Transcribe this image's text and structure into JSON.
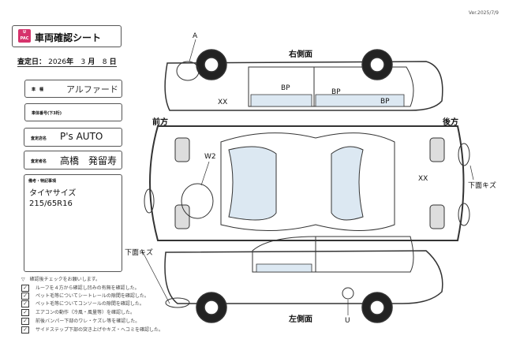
{
  "version": "Ver.2025/7/9",
  "logo": {
    "text": "U PAC",
    "color": "#d6336c"
  },
  "title": "車両確認シート",
  "date": {
    "label": "査定日：",
    "year": "2026",
    "year_unit": "年",
    "month": "3",
    "month_unit": "月",
    "day": "8",
    "day_unit": "日"
  },
  "fields": [
    {
      "label": "車　種",
      "value": "アルファード"
    },
    {
      "label": "車体番号(下3桁)",
      "value": ""
    },
    {
      "label": "査定店名",
      "value": "P's AUTO"
    },
    {
      "label": "査定者名",
      "value": "高橋　発留寿"
    }
  ],
  "remarks": {
    "label": "備考・特記事項",
    "lines": [
      "タイヤサイズ",
      "215/65R16"
    ]
  },
  "checklist": {
    "header": "確認後チェックをお願いします。",
    "items": [
      "ルーフを４方から確認し凹みの有無を確認した。",
      "ペット毛等についてシートレールの隙間を確認した。",
      "ペット毛等についてコンソールの隙間を確認した。",
      "エアコンの動作（冷風・風量等）を確認した。",
      "前後バンパー下部のワレ・ケズレ等を確認した。",
      "サイドステップ下部の突き上げやキズ・ヘコミを確認した。"
    ]
  },
  "diagram": {
    "right_side": "右側面",
    "left_side": "左側面",
    "front": "前方",
    "rear": "後方",
    "marks": {
      "a": "A",
      "bp1": "BP",
      "bp2": "BP",
      "bp3": "BP",
      "xx1": "XX",
      "w2": "W2",
      "xx2": "XX",
      "under1": "下面キズ",
      "under2": "下面キズ",
      "u": "U"
    }
  }
}
